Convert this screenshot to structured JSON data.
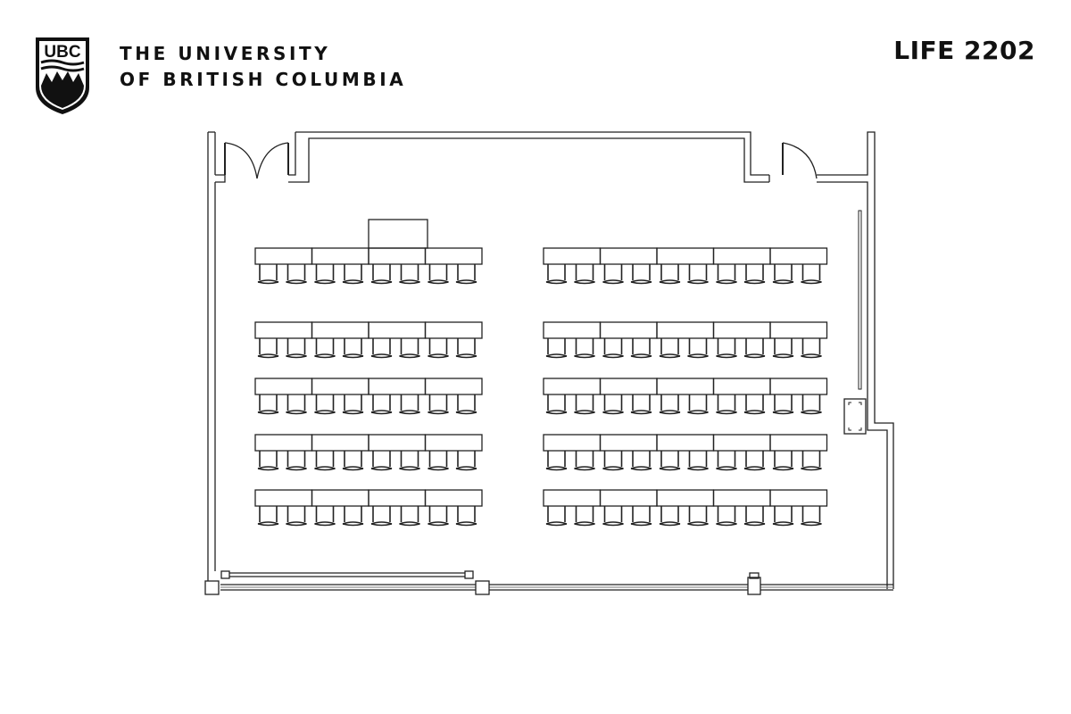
{
  "header": {
    "logo_text": "UBC",
    "university_line1": "THE UNIVERSITY",
    "university_line2": "OF BRITISH COLUMBIA",
    "room_label": "LIFE 2202"
  },
  "floor_plan": {
    "layout": "classroom",
    "left_section": {
      "rows": 5,
      "tables_per_row": 4,
      "chairs_per_row": 8
    },
    "right_section": {
      "rows": 5,
      "tables_per_row": 5,
      "chairs_per_row": 10
    },
    "total_seats": 90,
    "features": [
      "double-door-entry",
      "single-door-entry",
      "instructor-podium",
      "whiteboard",
      "equipment-cabinet",
      "windows"
    ],
    "line_color": "#222222"
  }
}
